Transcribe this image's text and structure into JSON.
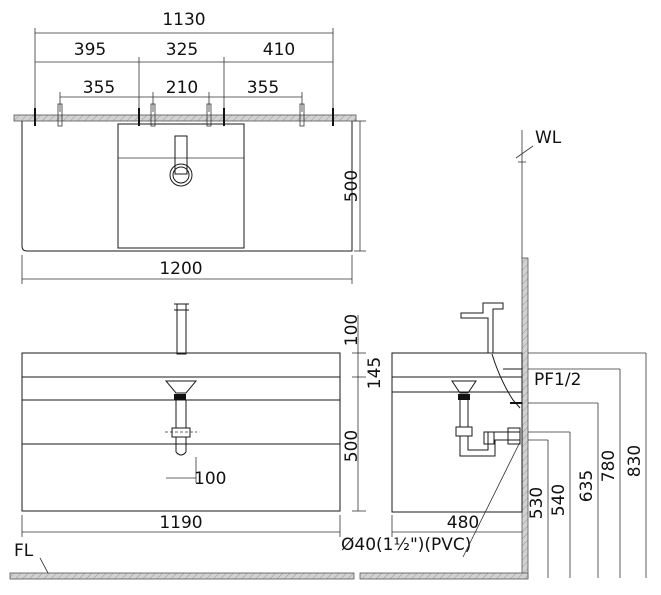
{
  "dimensions": {
    "top_overall": "1130",
    "top_left": "395",
    "top_mid": "325",
    "top_right": "410",
    "sub_left": "355",
    "sub_mid": "210",
    "sub_right": "355",
    "plan_depth": "500",
    "plan_width": "1200",
    "faucet_height": "100",
    "basin_height": "145",
    "cabinet_height": "500",
    "drain_offset": "100",
    "cabinet_width": "1190",
    "side_depth": "480",
    "h530": "530",
    "h540": "540",
    "h635": "635",
    "h780": "780",
    "h830": "830"
  },
  "labels": {
    "wall_line": "WL",
    "floor_line": "FL",
    "supply": "PF1/2",
    "drain_pipe": "Ø40(1½\")(PVC)"
  }
}
